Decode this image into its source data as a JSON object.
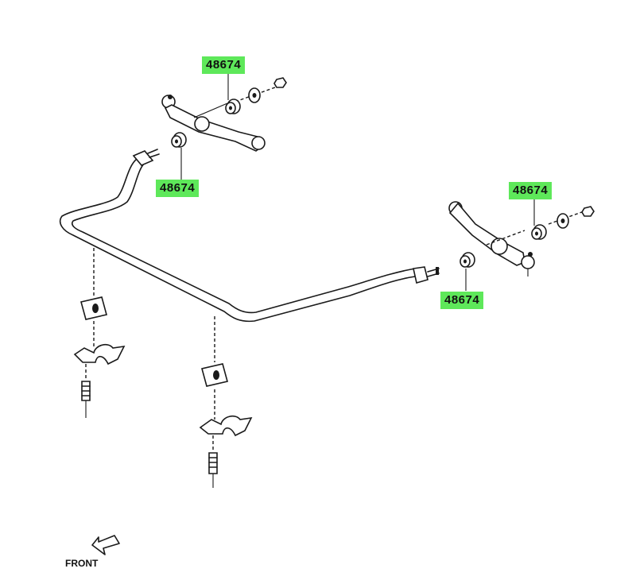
{
  "labels": {
    "upper_left_top": "48674",
    "upper_left_bottom": "48674",
    "right_top": "48674",
    "right_bottom": "48674"
  },
  "front_indicator": "FRONT",
  "colors": {
    "highlight": "#5ee85a",
    "ink": "#1a1a1a"
  }
}
